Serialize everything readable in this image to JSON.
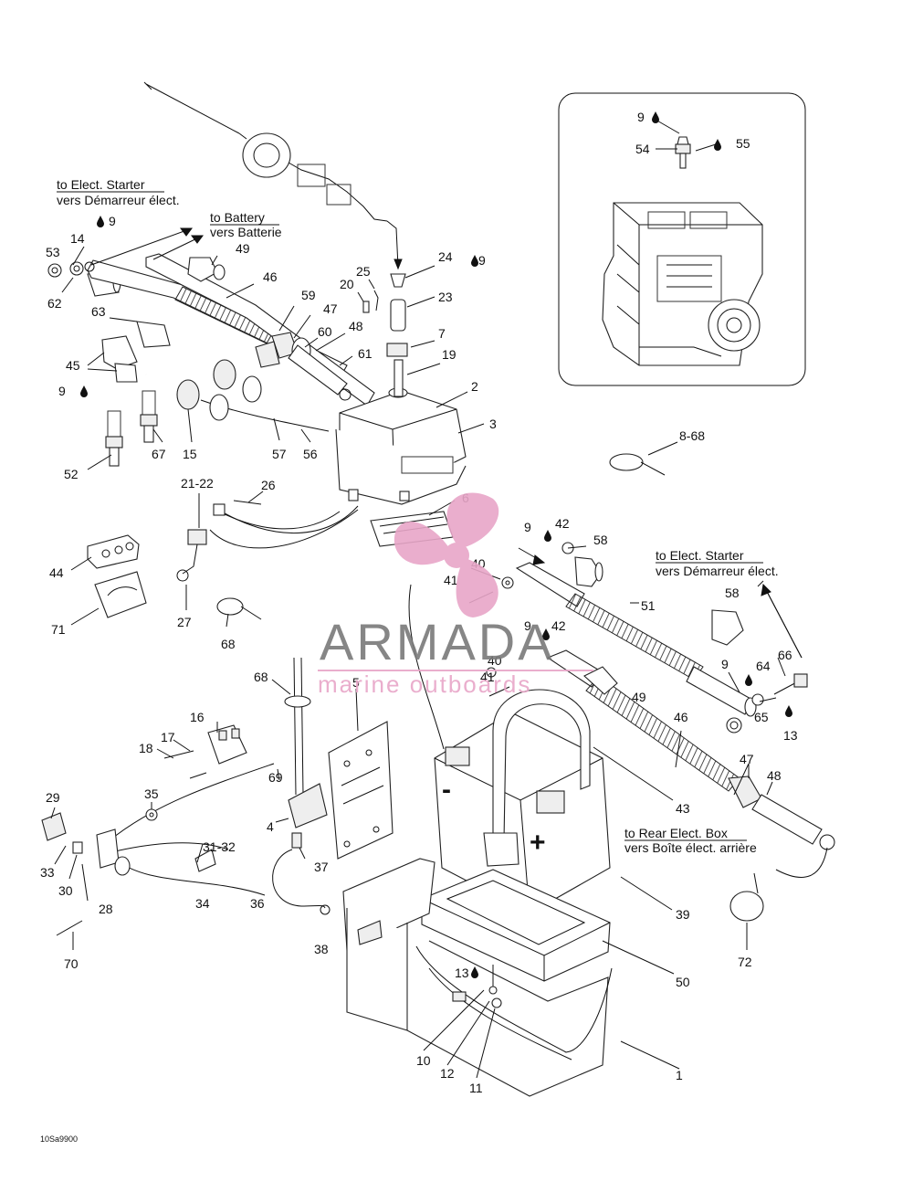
{
  "callouts": {
    "c9a": "9",
    "c55": "55",
    "c54": "54",
    "c9b": "9",
    "c53": "53",
    "c14": "14",
    "c62": "62",
    "c49a": "49",
    "c46a": "46",
    "c20": "20",
    "c25": "25",
    "c24": "24",
    "c9c": "9",
    "c23": "23",
    "c59": "59",
    "c47a": "47",
    "c60": "60",
    "c48a": "48",
    "c7": "7",
    "c19": "19",
    "c61": "61",
    "c63": "63",
    "c45": "45",
    "c9d": "9",
    "c2": "2",
    "c3": "3",
    "c52": "52",
    "c67": "67",
    "c15": "15",
    "c57": "57",
    "c56": "56",
    "c8_68": "8-68",
    "c21_22": "21-22",
    "c26": "26",
    "c6": "6",
    "c9e": "9",
    "c42a": "42",
    "c58a": "58",
    "c40a": "40",
    "c41a": "41",
    "c44": "44",
    "c71": "71",
    "c27": "27",
    "c68a": "68",
    "c51": "51",
    "c58b": "58",
    "c9f": "9",
    "c42b": "42",
    "c40b": "40",
    "c41b": "41",
    "c49b": "49",
    "c9g": "9",
    "c64": "64",
    "c66": "66",
    "c65": "65",
    "c13a": "13",
    "c68b": "68",
    "c5": "5",
    "c16": "16",
    "c17": "17",
    "c18": "18",
    "c69": "69",
    "c46b": "46",
    "c47b": "47",
    "c48b": "48",
    "c43": "43",
    "c35": "35",
    "c29": "29",
    "c4": "4",
    "c31_32": "31-32",
    "c33": "33",
    "c30": "30",
    "c37": "37",
    "c28": "28",
    "c34": "34",
    "c36": "36",
    "c39": "39",
    "c72": "72",
    "c70": "70",
    "c38": "38",
    "c13b": "13",
    "c50": "50",
    "c10": "10",
    "c12": "12",
    "c11": "11",
    "c1": "1"
  },
  "captions": {
    "starter_top_en": "to Elect. Starter",
    "starter_top_fr": "vers Démarreur élect.",
    "battery_en": "to Battery",
    "battery_fr": "vers Batterie",
    "starter_right_en": "to Elect. Starter",
    "starter_right_fr": "vers Démarreur élect.",
    "rear_box_en": "to Rear Elect. Box",
    "rear_box_fr": "vers Boîte élect. arrière"
  },
  "battery_signs": {
    "minus": "-",
    "plus": "+"
  },
  "watermark": {
    "brand": "ARMADA",
    "tagline": "marine outboards"
  },
  "reference_code": "10Sa9900",
  "colors": {
    "ink": "#111111",
    "watermark_pink": "#e8a6c8",
    "watermark_grey": "#7a7a7a"
  }
}
